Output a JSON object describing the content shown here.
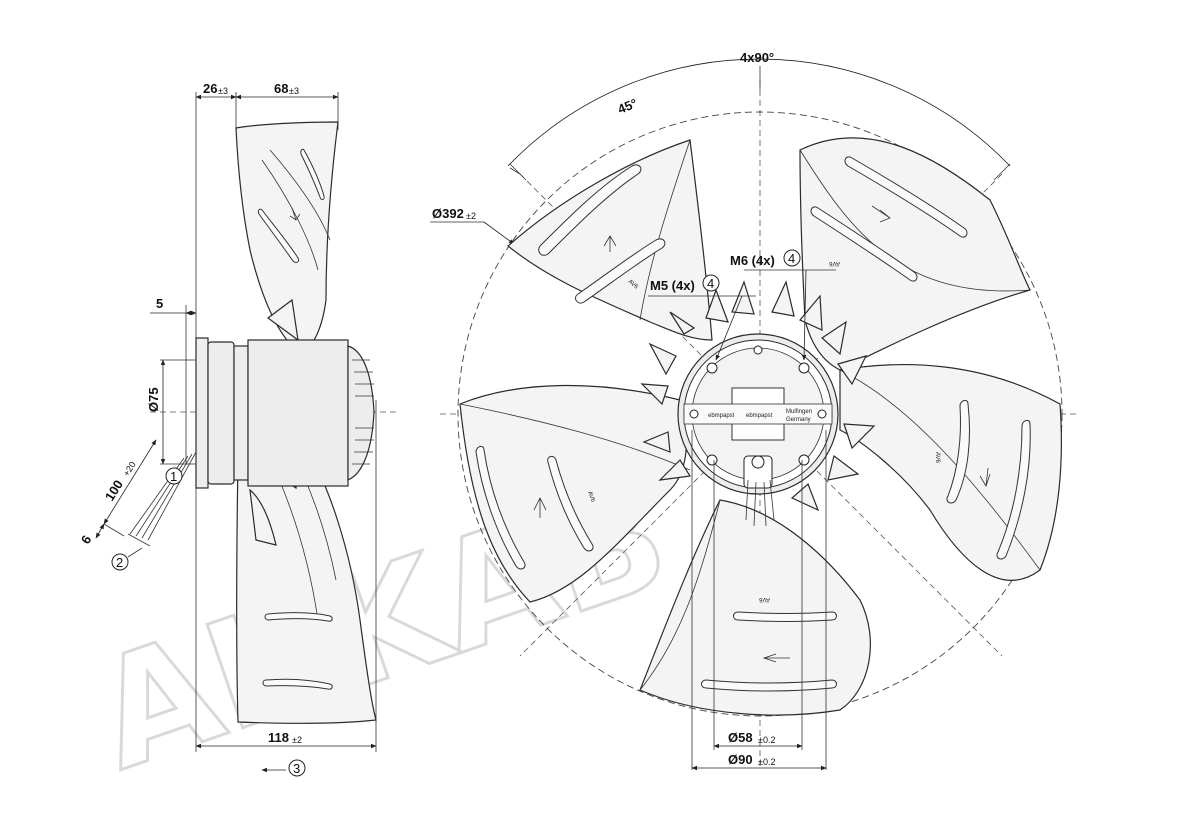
{
  "watermark": "AHKAB",
  "side_view": {
    "dim_top_left": "26",
    "dim_top_left_tol": "±3",
    "dim_top_right": "68",
    "dim_top_right_tol": "±3",
    "dim_5": "5",
    "dim_d75": "Ø75",
    "dim_cable": "100",
    "dim_cable_tol": "+20",
    "dim_6": "6",
    "dim_bottom": "118",
    "dim_bottom_tol": "±2",
    "callout_1": "1",
    "callout_2": "2",
    "callout_3": "3"
  },
  "front_view": {
    "angle_top": "4x90°",
    "angle_45": "45°",
    "dia_outer": "Ø392",
    "dia_outer_tol": "±2",
    "m6_label": "M6 (4x)",
    "m5_label": "M5 (4x)",
    "callout_4a": "4",
    "callout_4b": "4",
    "dia_58": "Ø58",
    "dia_58_tol": "±0.2",
    "dia_90": "Ø90",
    "dia_90_tol": "±0.2",
    "blade_mark": "AV6",
    "hub_text_1": "ebmpapst",
    "hub_text_2": "ebmpapst",
    "hub_text_3": "Mulfingen",
    "hub_text_4": "Germany"
  }
}
